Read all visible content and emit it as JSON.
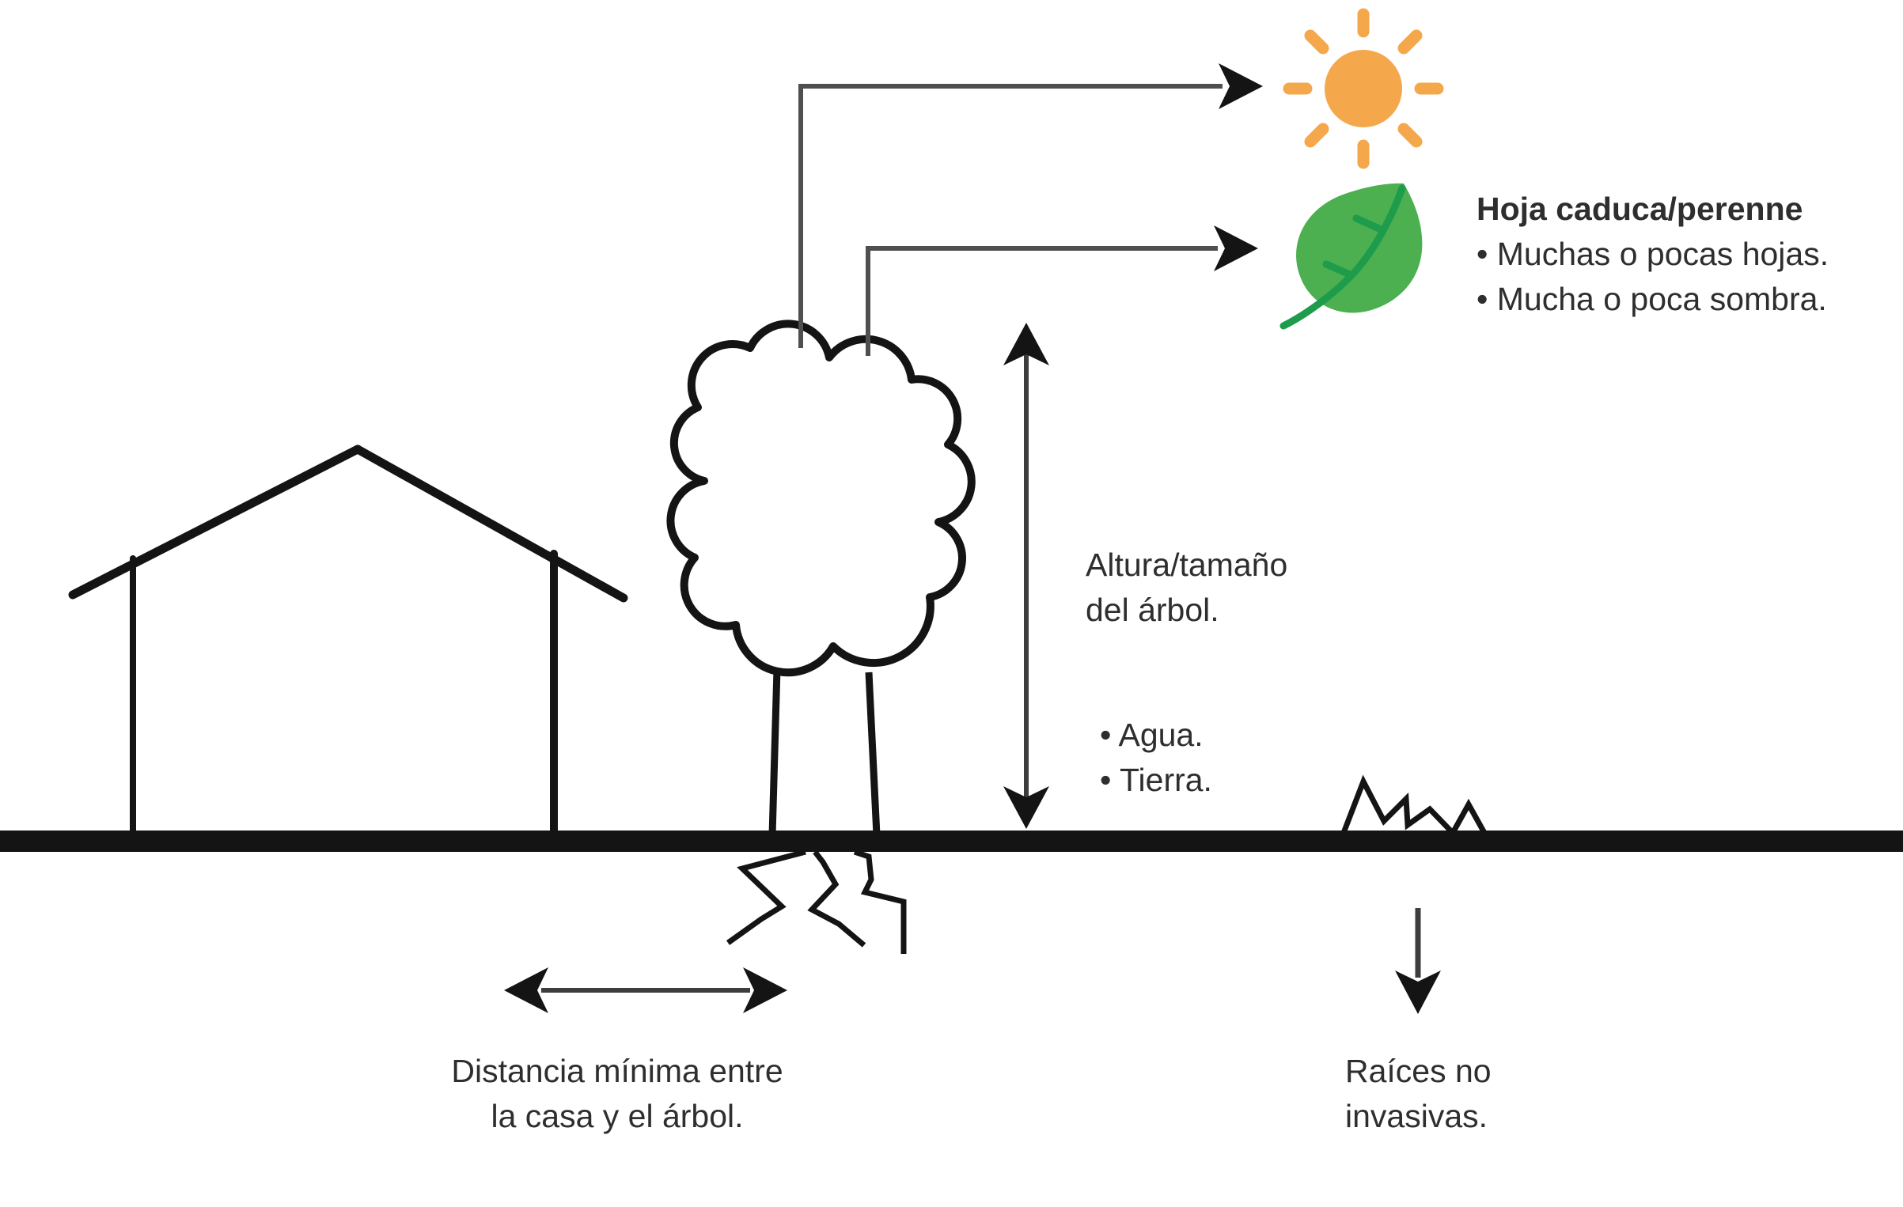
{
  "colors": {
    "sun": "#F5A84B",
    "leaf": "#4CAF50",
    "leaf_vein": "#1E9C4B",
    "ink": "#141414",
    "connector": "#4f4f4f",
    "measure": "#3d3d3d",
    "text": "#2e2e2e",
    "background": "#ffffff"
  },
  "icons": [
    {
      "name": "sun-icon",
      "meaning": "sunlight"
    },
    {
      "name": "leaf-icon",
      "meaning": "foliage type"
    }
  ],
  "annotations": {
    "foliage": {
      "title": "Hoja caduca/perenne",
      "bullets": [
        "• Muchas o pocas hojas.",
        "• Mucha o poca sombra."
      ]
    },
    "height": {
      "line1": "Altura/tamaño",
      "line2": "del árbol."
    },
    "needs": {
      "bullets": [
        "• Agua.",
        "• Tierra."
      ]
    },
    "distance": {
      "line1": "Distancia mínima entre",
      "line2": "la casa y el árbol."
    },
    "roots": {
      "line1": "Raíces no",
      "line2": "invasivas."
    }
  }
}
